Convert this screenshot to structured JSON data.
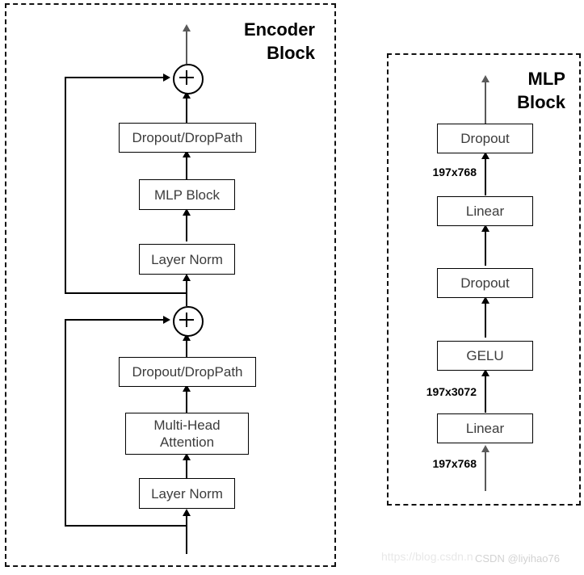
{
  "diagram": {
    "title": "Vision Transformer Encoder Block and MLP Block",
    "type": "flowchart"
  },
  "encoder": {
    "title": "Encoder\nBlock",
    "nodes": {
      "dropout_droppath_top": "Dropout/DropPath",
      "mlp_block": "MLP Block",
      "layer_norm_top": "Layer Norm",
      "dropout_droppath_bottom": "Dropout/DropPath",
      "multi_head_attention": "Multi-Head\nAttention",
      "layer_norm_bottom": "Layer Norm"
    },
    "operators": {
      "add_top": "+",
      "add_bottom": "+"
    }
  },
  "mlp": {
    "title": "MLP\nBlock",
    "nodes": {
      "dropout_top": "Dropout",
      "linear_top": "Linear",
      "dropout_mid": "Dropout",
      "gelu": "GELU",
      "linear_bottom": "Linear"
    },
    "dims": {
      "after_linear_top": "197x768",
      "after_linear_bottom": "197x3072",
      "input": "197x768"
    }
  },
  "watermarks": {
    "url": "https://blog.csdn.n",
    "user": "CSDN @liyihao76"
  },
  "colors": {
    "stroke": "#000000",
    "gray_stroke": "#595959",
    "node_text": "#3c3c3c",
    "background": "#ffffff"
  }
}
